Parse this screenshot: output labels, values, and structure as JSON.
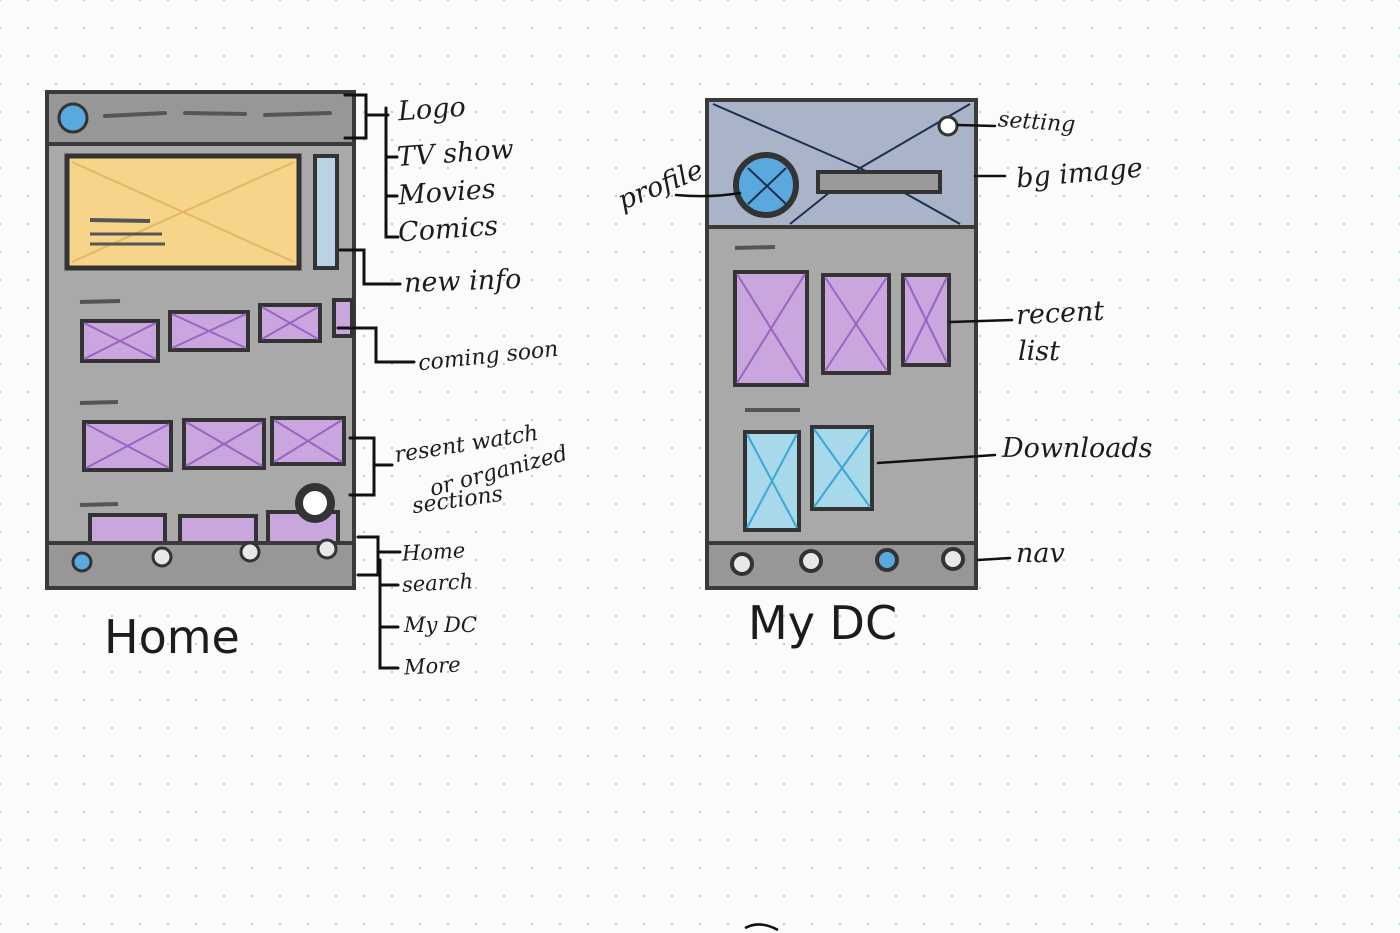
{
  "colors": {
    "ink": "#2a2a2a",
    "phone_gray": "#a9a9a9",
    "bar_gray": "#979797",
    "hero_yellow": "#f6d48a",
    "thumb_purple": "#c9a6dd",
    "cross_purple": "#9b64c2",
    "download_blue": "#a8d9ea",
    "cross_blue": "#3aa7d6",
    "header_blue_gray": "#a9b4c8",
    "accent_blue": "#5aa9de"
  },
  "home": {
    "caption": "Home",
    "annotations": {
      "logo": "Logo",
      "tv_show": "TV show",
      "movies": "Movies",
      "comics": "Comics",
      "new_info": "new info",
      "coming_soon": "coming soon",
      "recent_watch_line1": "resent watch",
      "recent_watch_line2": "or organized",
      "recent_watch_line3": "sections",
      "nav_home": "Home",
      "nav_search": "search",
      "nav_mydc": "My DC",
      "nav_more": "More"
    }
  },
  "mydc": {
    "caption": "My DC",
    "annotations": {
      "profile": "profile",
      "setting": "setting",
      "bg_image": "bg image",
      "recent_list_line1": "recent",
      "recent_list_line2": "list",
      "downloads": "Downloads",
      "nav": "nav"
    }
  }
}
